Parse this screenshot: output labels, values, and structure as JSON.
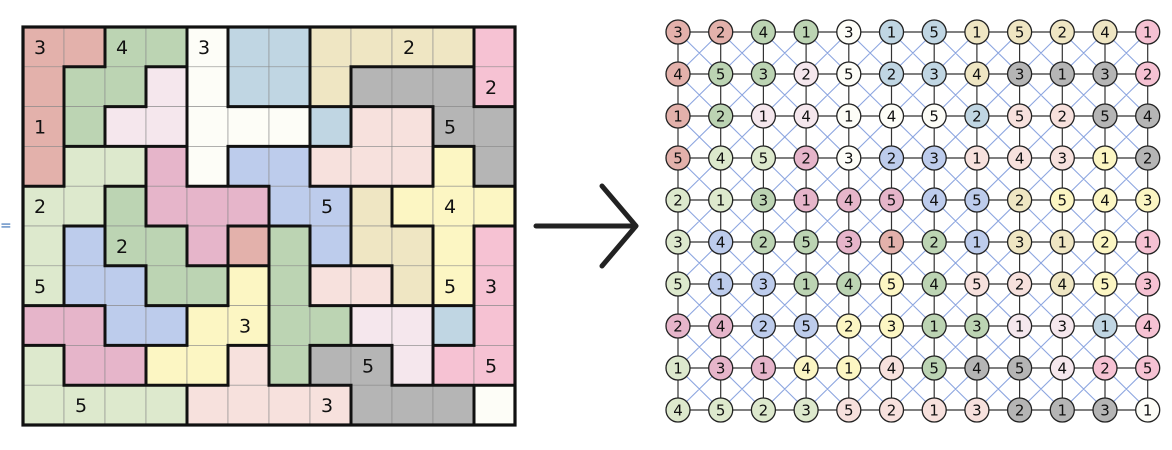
{
  "equals_mark": "=",
  "palette": {
    "R": "#e3b1ab",
    "G": "#bcd4b3",
    "L": "#dde9cd",
    "B": "#c0d6e3",
    "Y": "#efe6c3",
    "P": "#f6c2d3",
    "W": "#f5e7ed",
    "S": "#fdfdf7",
    "K": "#b5b5b5",
    "V": "#bdccec",
    "M": "#e6b5ca",
    "E": "#f7e1dd",
    "C": "#fcf6c3"
  },
  "line_color": "#111111",
  "mesh_color": "#8da6e0",
  "arrow_color": "#222222",
  "puzzle": {
    "rows": [
      "RRGGSBBYYYYP",
      "RGGWSBBYKKKP",
      "RGWWSSSBEEKK",
      "RLLMSVVEEECK",
      "LLGMMMVVYCCC",
      "LVGGMRGVYYCP",
      "LVVGGCGEEYCP",
      "MMVVCCGGWWBP",
      "LMMCCEGKKWPP",
      "LLLLEEEEKKKS"
    ],
    "clues": [
      {
        "r": 0,
        "c": 0,
        "v": "3"
      },
      {
        "r": 0,
        "c": 2,
        "v": "4"
      },
      {
        "r": 0,
        "c": 4,
        "v": "3"
      },
      {
        "r": 0,
        "c": 9,
        "v": "2"
      },
      {
        "r": 1,
        "c": 11,
        "v": "2"
      },
      {
        "r": 2,
        "c": 0,
        "v": "1"
      },
      {
        "r": 2,
        "c": 10,
        "v": "5"
      },
      {
        "r": 4,
        "c": 0,
        "v": "2"
      },
      {
        "r": 4,
        "c": 7,
        "v": "5"
      },
      {
        "r": 4,
        "c": 10,
        "v": "4"
      },
      {
        "r": 5,
        "c": 2,
        "v": "2"
      },
      {
        "r": 6,
        "c": 0,
        "v": "5"
      },
      {
        "r": 6,
        "c": 10,
        "v": "5"
      },
      {
        "r": 6,
        "c": 11,
        "v": "3"
      },
      {
        "r": 7,
        "c": 5,
        "v": "3"
      },
      {
        "r": 8,
        "c": 8,
        "v": "5"
      },
      {
        "r": 8,
        "c": 11,
        "v": "5"
      },
      {
        "r": 9,
        "c": 1,
        "v": "5"
      },
      {
        "r": 9,
        "c": 7,
        "v": "3"
      }
    ]
  },
  "graph": {
    "values": [
      [
        "3",
        "2",
        "4",
        "1",
        "3",
        "1",
        "5",
        "1",
        "5",
        "2",
        "4",
        "1"
      ],
      [
        "4",
        "5",
        "3",
        "2",
        "5",
        "2",
        "3",
        "4",
        "3",
        "1",
        "3",
        "2"
      ],
      [
        "1",
        "2",
        "1",
        "4",
        "1",
        "4",
        "5",
        "2",
        "5",
        "2",
        "5",
        "4"
      ],
      [
        "5",
        "4",
        "5",
        "2",
        "3",
        "2",
        "3",
        "1",
        "4",
        "3",
        "1",
        "2"
      ],
      [
        "2",
        "1",
        "3",
        "1",
        "4",
        "5",
        "4",
        "5",
        "2",
        "5",
        "4",
        "3"
      ],
      [
        "3",
        "4",
        "2",
        "5",
        "3",
        "1",
        "2",
        "1",
        "3",
        "1",
        "2",
        "1"
      ],
      [
        "5",
        "1",
        "3",
        "1",
        "4",
        "5",
        "4",
        "5",
        "2",
        "4",
        "5",
        "3"
      ],
      [
        "2",
        "4",
        "2",
        "5",
        "2",
        "3",
        "1",
        "3",
        "1",
        "3",
        "1",
        "4"
      ],
      [
        "1",
        "3",
        "1",
        "4",
        "1",
        "4",
        "5",
        "4",
        "5",
        "4",
        "2",
        "5"
      ],
      [
        "4",
        "5",
        "2",
        "3",
        "5",
        "2",
        "1",
        "3",
        "2",
        "1",
        "3",
        "1"
      ]
    ]
  }
}
